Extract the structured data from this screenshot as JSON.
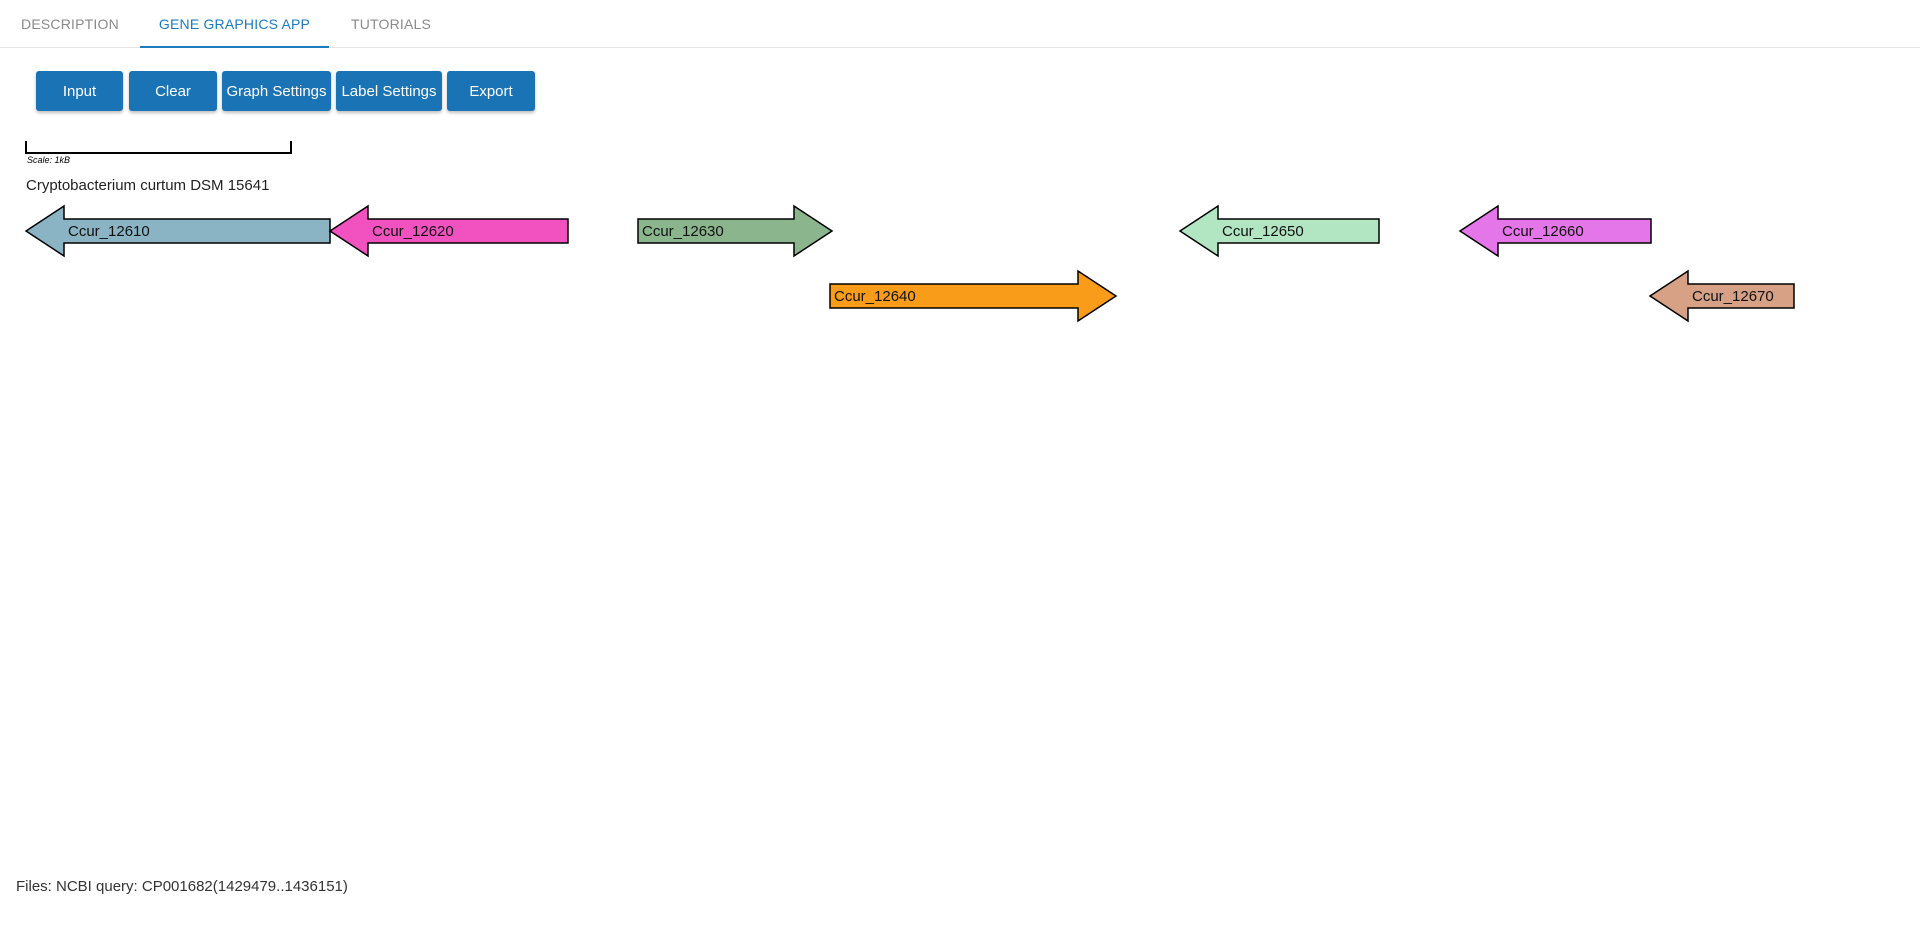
{
  "tabs": [
    {
      "label": "DESCRIPTION",
      "active": false
    },
    {
      "label": "GENE GRAPHICS APP",
      "active": true
    },
    {
      "label": "TUTORIALS",
      "active": false
    }
  ],
  "toolbar": {
    "input_label": "Input",
    "clear_label": "Clear",
    "graph_settings_label": "Graph Settings",
    "label_settings_label": "Label Settings",
    "export_label": "Export"
  },
  "scale": {
    "label": "Scale: 1kB"
  },
  "genome": {
    "name": "Cryptobacterium curtum DSM 15641"
  },
  "genes": [
    {
      "name": "Ccur_12610",
      "strand": "-",
      "track": 0,
      "color": "#8ab4c4"
    },
    {
      "name": "Ccur_12620",
      "strand": "-",
      "track": 0,
      "color": "#f252c0"
    },
    {
      "name": "Ccur_12630",
      "strand": "+",
      "track": 0,
      "color": "#8bb58d"
    },
    {
      "name": "Ccur_12640",
      "strand": "+",
      "track": 1,
      "color": "#f99c19"
    },
    {
      "name": "Ccur_12650",
      "strand": "-",
      "track": 0,
      "color": "#b2e6c3"
    },
    {
      "name": "Ccur_12660",
      "strand": "-",
      "track": 0,
      "color": "#e576ea"
    },
    {
      "name": "Ccur_12670",
      "strand": "-",
      "track": 1,
      "color": "#d6a184"
    }
  ],
  "footer": {
    "files_text": "Files: NCBI query: CP001682(1429479..1436151)"
  }
}
